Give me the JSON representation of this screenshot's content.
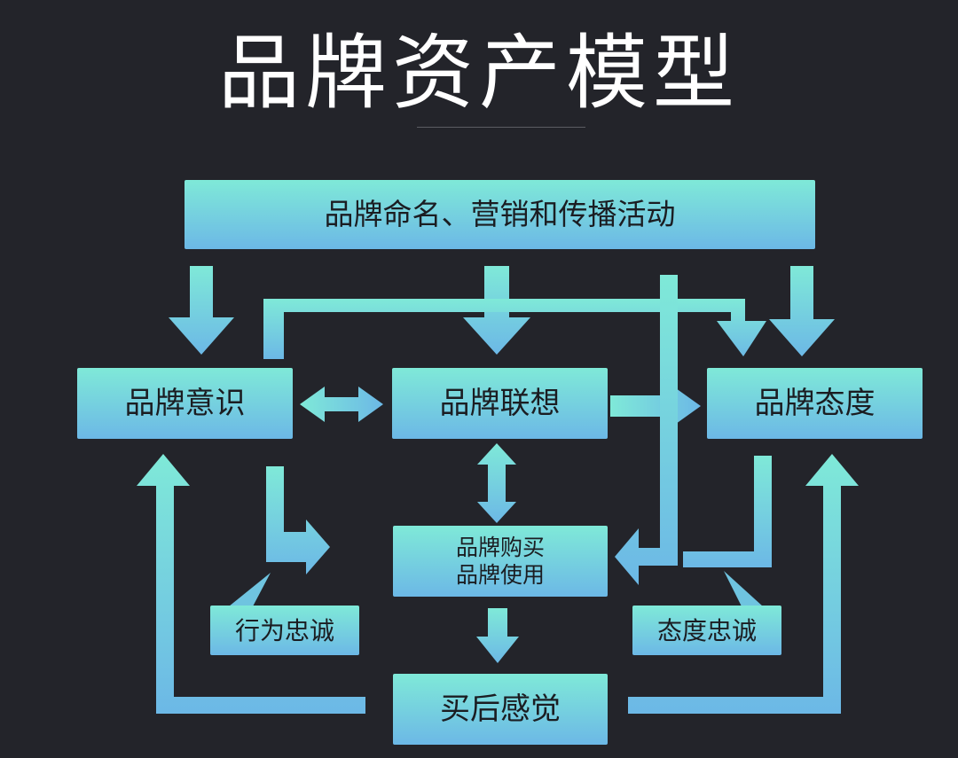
{
  "title": "品牌资产模型",
  "nodes": {
    "activities": "品牌命名、营销和传播活动",
    "awareness": "品牌意识",
    "association": "品牌联想",
    "attitude": "品牌态度",
    "purchase_line1": "品牌购买",
    "purchase_line2": "品牌使用",
    "behavioral_loyalty": "行为忠诚",
    "attitudinal_loyalty": "态度忠诚",
    "post_purchase": "买后感觉"
  },
  "colors": {
    "background": "#23242a",
    "gradient_top": "#7fe9d8",
    "gradient_bottom": "#6cb8e6",
    "text_light": "#ffffff",
    "text_dark": "#1b1d22"
  }
}
